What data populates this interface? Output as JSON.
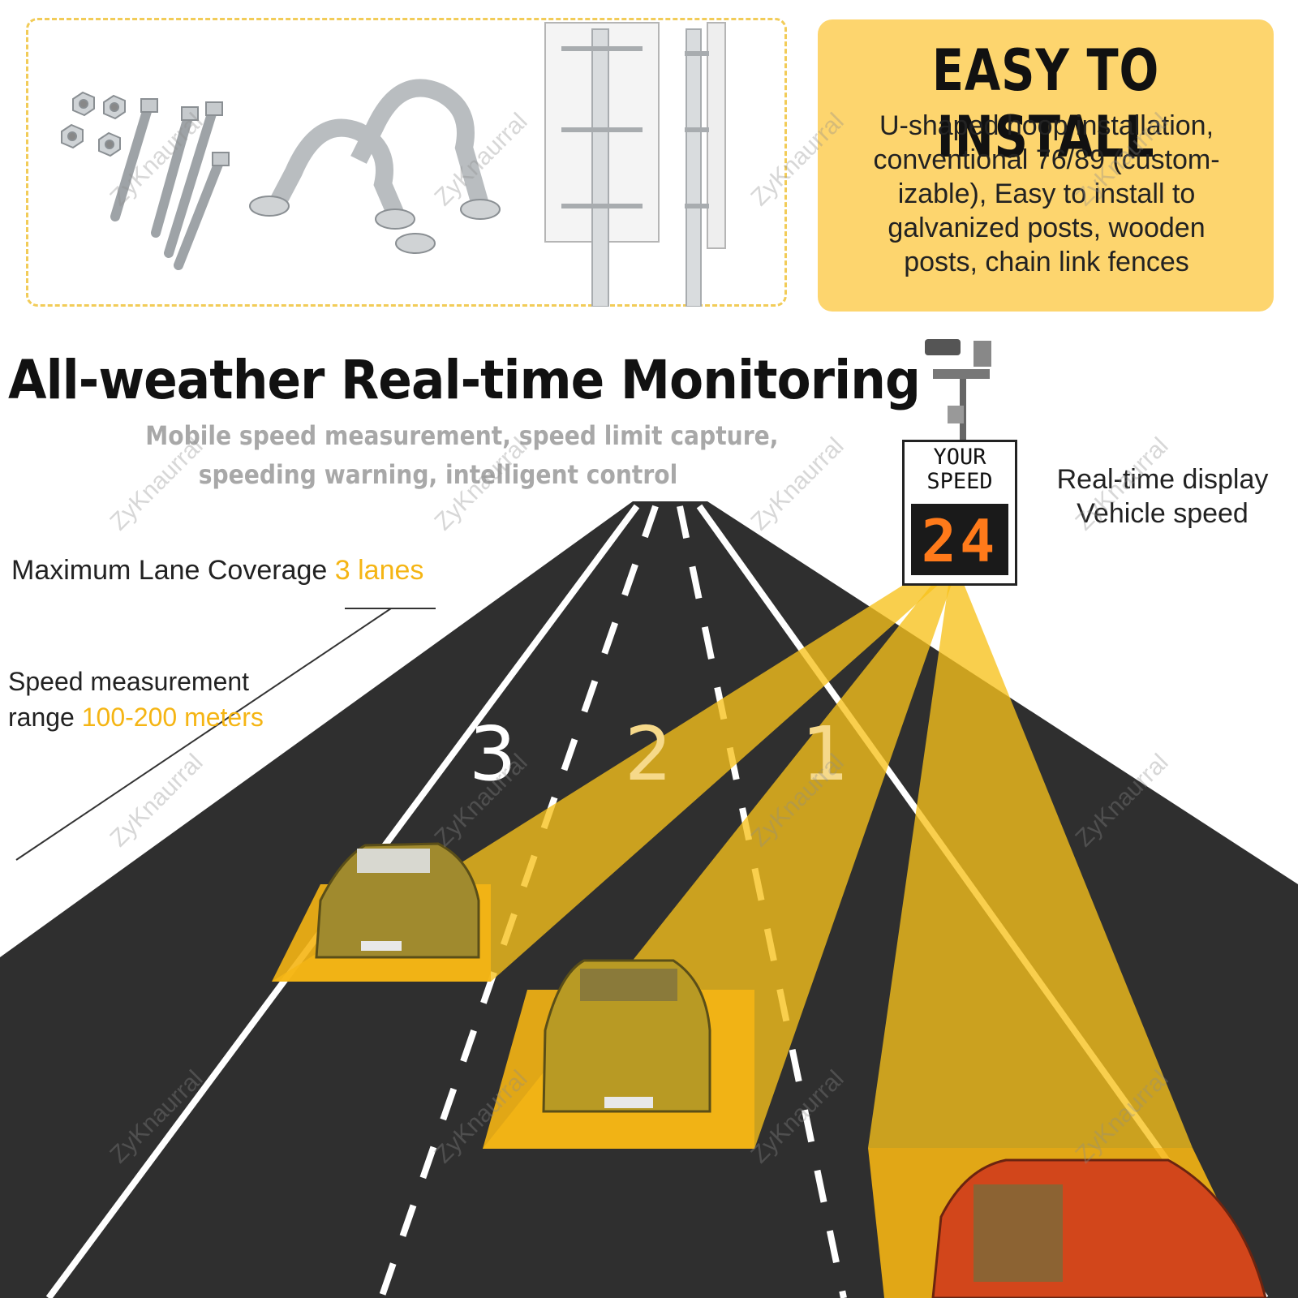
{
  "install": {
    "title": "EASY TO INSTALL",
    "lines": [
      "U-shaped hoop installation,",
      "conventional 76/89 (custom-",
      "izable), Easy to install to",
      "galvanized posts, wooden",
      "posts, chain link fences"
    ]
  },
  "headline": "All-weather Real-time Monitoring",
  "subheadline": {
    "line1": "Mobile speed measurement, speed limit capture,",
    "line2": "speeding warning, intelligent control"
  },
  "lane_coverage": {
    "label": "Maximum Lane Coverage",
    "value": "3 lanes"
  },
  "speed_range": {
    "label_line1": "Speed measurement",
    "label_line2": "range",
    "value": "100-200 meters"
  },
  "sign": {
    "line1": "YOUR",
    "line2": "SPEED",
    "speed": "24"
  },
  "realtime": {
    "line1": "Real-time display",
    "line2": "Vehicle speed"
  },
  "lanes": [
    "3",
    "2",
    "1"
  ],
  "watermark": "ZyKnaurral",
  "colors": {
    "accent": "#f5b514",
    "panel": "#fdd56e",
    "road": "#2f2f2f",
    "beam": "#f7c21b"
  }
}
